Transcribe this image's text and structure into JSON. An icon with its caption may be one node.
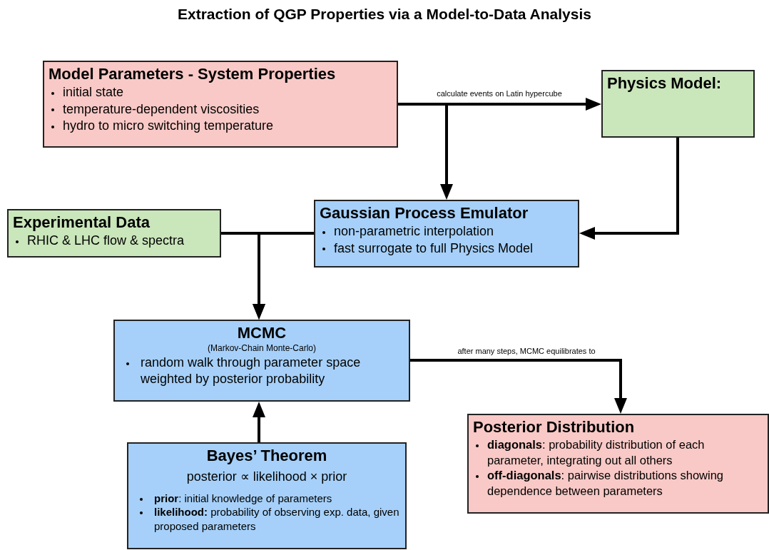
{
  "diagram": {
    "title": "Extraction of QGP Properties via a Model-to-Data Analysis",
    "nodes": [
      {
        "text": [
          "Model Parameters - System Properties",
          "initial state",
          "temperature-dependent viscosities",
          "hydro to micro switching temperature"
        ]
      },
      {
        "text": [
          "Physics Model:"
        ]
      },
      {
        "text": [
          "Experimental Data",
          "RHIC & LHC flow & spectra"
        ]
      },
      {
        "text": [
          "Gaussian Process Emulator",
          "non-parametric interpolation",
          "fast surrogate to full Physics Model"
        ]
      },
      {
        "text": [
          "MCMC",
          "(Markov-Chain Monte-Carlo)",
          "random walk through parameter space weighted by posterior probability"
        ]
      },
      {
        "text": [
          "Bayes’ Theorem",
          "posterior ∝ likelihood × prior",
          "**prior**: initial knowledge of parameters",
          "**likelihood:** probability of observing exp. data, given proposed parameters"
        ]
      },
      {
        "text": [
          "Posterior Distribution",
          "**diagonals**: probability distribution of each parameter, integrating out all others",
          "**off-diagonals**: pairwise distributions showing dependence between parameters"
        ]
      }
    ],
    "edges": [
      {
        "from": 0,
        "to": 1,
        "arrow": "to",
        "label": "calculate events on Latin hypercube"
      },
      {
        "from": 0,
        "to": 3,
        "arrow": "to"
      },
      {
        "from": 1,
        "to": 3,
        "arrow": "to"
      },
      {
        "from": 2,
        "to": 4,
        "arrow": "to"
      },
      {
        "from": 3,
        "to": 4,
        "arrow": "to"
      },
      {
        "from": 5,
        "to": 4,
        "arrow": "to"
      },
      {
        "from": 4,
        "to": 6,
        "arrow": "to",
        "label": "after many steps, MCMC equilibrates to"
      }
    ]
  }
}
